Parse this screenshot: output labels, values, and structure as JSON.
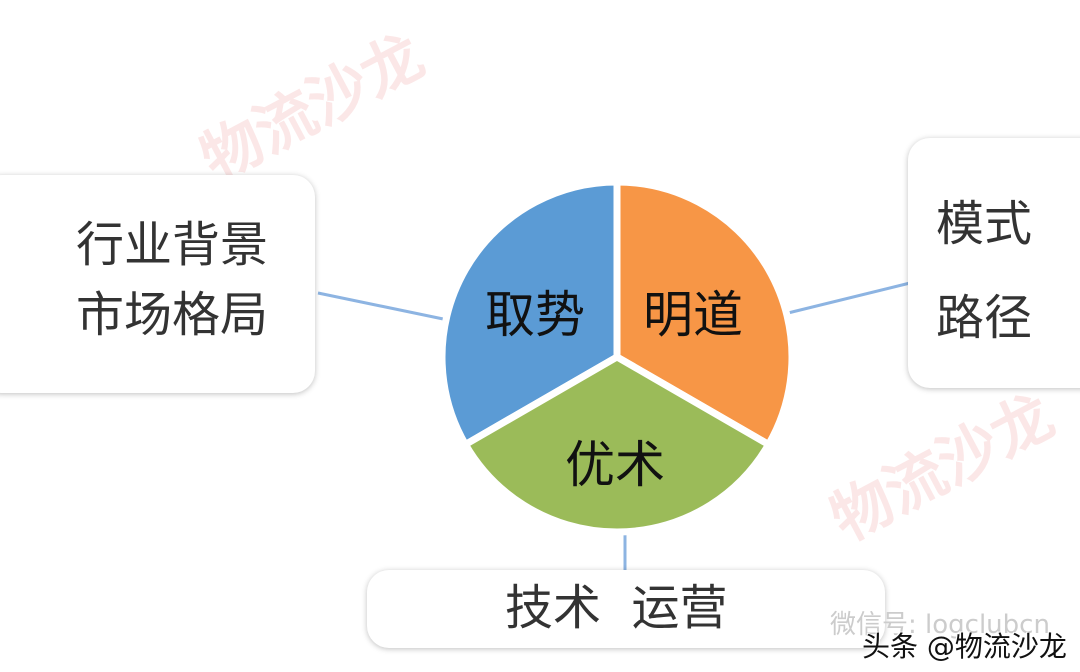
{
  "left_box": {
    "lines": [
      "行业背景",
      "市场格局"
    ]
  },
  "right_box": {
    "lines": [
      "模式",
      "路径"
    ]
  },
  "bottom_box": {
    "text": "技术  运营"
  },
  "pie": {
    "slices": [
      {
        "label": "取势",
        "color": "#5b9bd5"
      },
      {
        "label": "明道",
        "color": "#f79646"
      },
      {
        "label": "优术",
        "color": "#9bbb59"
      }
    ]
  },
  "connector_color": "#8db4e2",
  "watermark": {
    "brand": "物流沙龙",
    "wechat": "微信号: logclubcn",
    "toutiao": "头条 @物流沙龙"
  }
}
